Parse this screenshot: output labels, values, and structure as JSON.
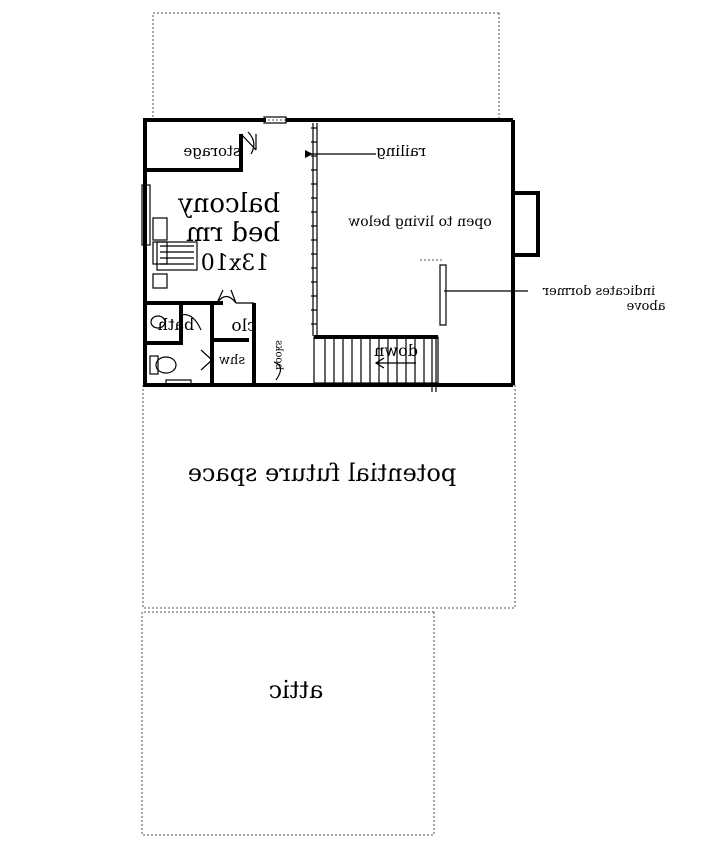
{
  "plan": {
    "labels": {
      "storage": "storage",
      "railing": "railing",
      "balcony": "balcony",
      "bed_rm": "bed rm",
      "dims": "13x10",
      "open_to_living": "open to living below",
      "dormer_line1": "indicates dormer",
      "dormer_line2": "above",
      "bath": "bath",
      "clo": "clo",
      "shw": "shw",
      "books": "books",
      "down": "down",
      "potential_future_space": "potential future space",
      "attic": "attic"
    }
  }
}
